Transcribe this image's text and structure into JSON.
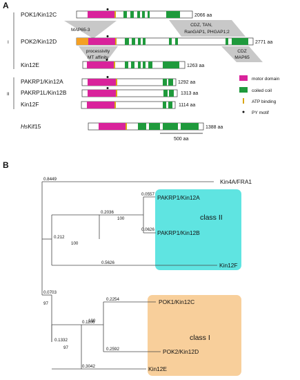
{
  "panel_a": {
    "label": "A",
    "groups": {
      "group1": "I",
      "group2": "II"
    },
    "proteins": {
      "pok1": {
        "name": "POK1/Kin12C",
        "length": "2066 aa"
      },
      "pok2": {
        "name": "POK2/Kin12D",
        "length": "2771 aa"
      },
      "kin12e": {
        "name": "Kin12E",
        "length": "1263 aa"
      },
      "pakrp1": {
        "name": "PAKRP1/Kin12A",
        "length": "1292 aa"
      },
      "pakrp1l": {
        "name": "PAKRP1L/Kin12B",
        "length": "1313 aa"
      },
      "kin12f": {
        "name": "Kin12F",
        "length": "1114 aa"
      },
      "hskif15": {
        "name_italic": "Hs",
        "name_rest": "Kif15",
        "length": "1388 aa"
      }
    },
    "annotations": {
      "map653": "MAP65-3",
      "processivity1": "processivity",
      "processivity2": "MT affinity",
      "cdz1": "CDZ, TAN,",
      "cdz2": "RanGAP1, PHGAP1;2",
      "cdz3": "CDZ",
      "cdz4": "MAP65"
    },
    "legend": {
      "motor": "motor domain",
      "coiled": "coiled coil",
      "atp": "ATP binding",
      "py": "PY motif"
    },
    "scale_label": "500 aa",
    "colors": {
      "motor": "#d9239b",
      "coiled": "#1f9a3c",
      "orange": "#f5a023",
      "atp": "#d9a614",
      "class1": "#f8cf9b",
      "class2": "#5fe4e1"
    }
  },
  "panel_b": {
    "label": "B",
    "leaves": {
      "kin4a": "Kin4A/FRA1",
      "pakrp1": "PAKRP1/Kin12A",
      "pakrp1b": "PAKRP1/Kin12B",
      "kin12f": "Kin12F",
      "pok1": "POK1/Kin12C",
      "pok2": "POK2/Kin12D",
      "kin12e": "Kin12E"
    },
    "branch_lengths": {
      "kin4a": "0.8449",
      "c2": "0.212",
      "c2a": "0.2036",
      "pakrp1": "0.0557",
      "pakrp1b": "0.0626",
      "kin12f": "0.5626",
      "root_c2": "0.0703",
      "c1": "0.1332",
      "c1a": "0.1106",
      "pok1": "0.2254",
      "pok2": "0.2592",
      "kin12e": "0.3042"
    },
    "bootstrap": {
      "root": "97",
      "c2": "100",
      "c2a": "100",
      "c1": "97",
      "c1a": "100"
    },
    "classes": {
      "class2": "class II",
      "class1": "class I"
    }
  }
}
